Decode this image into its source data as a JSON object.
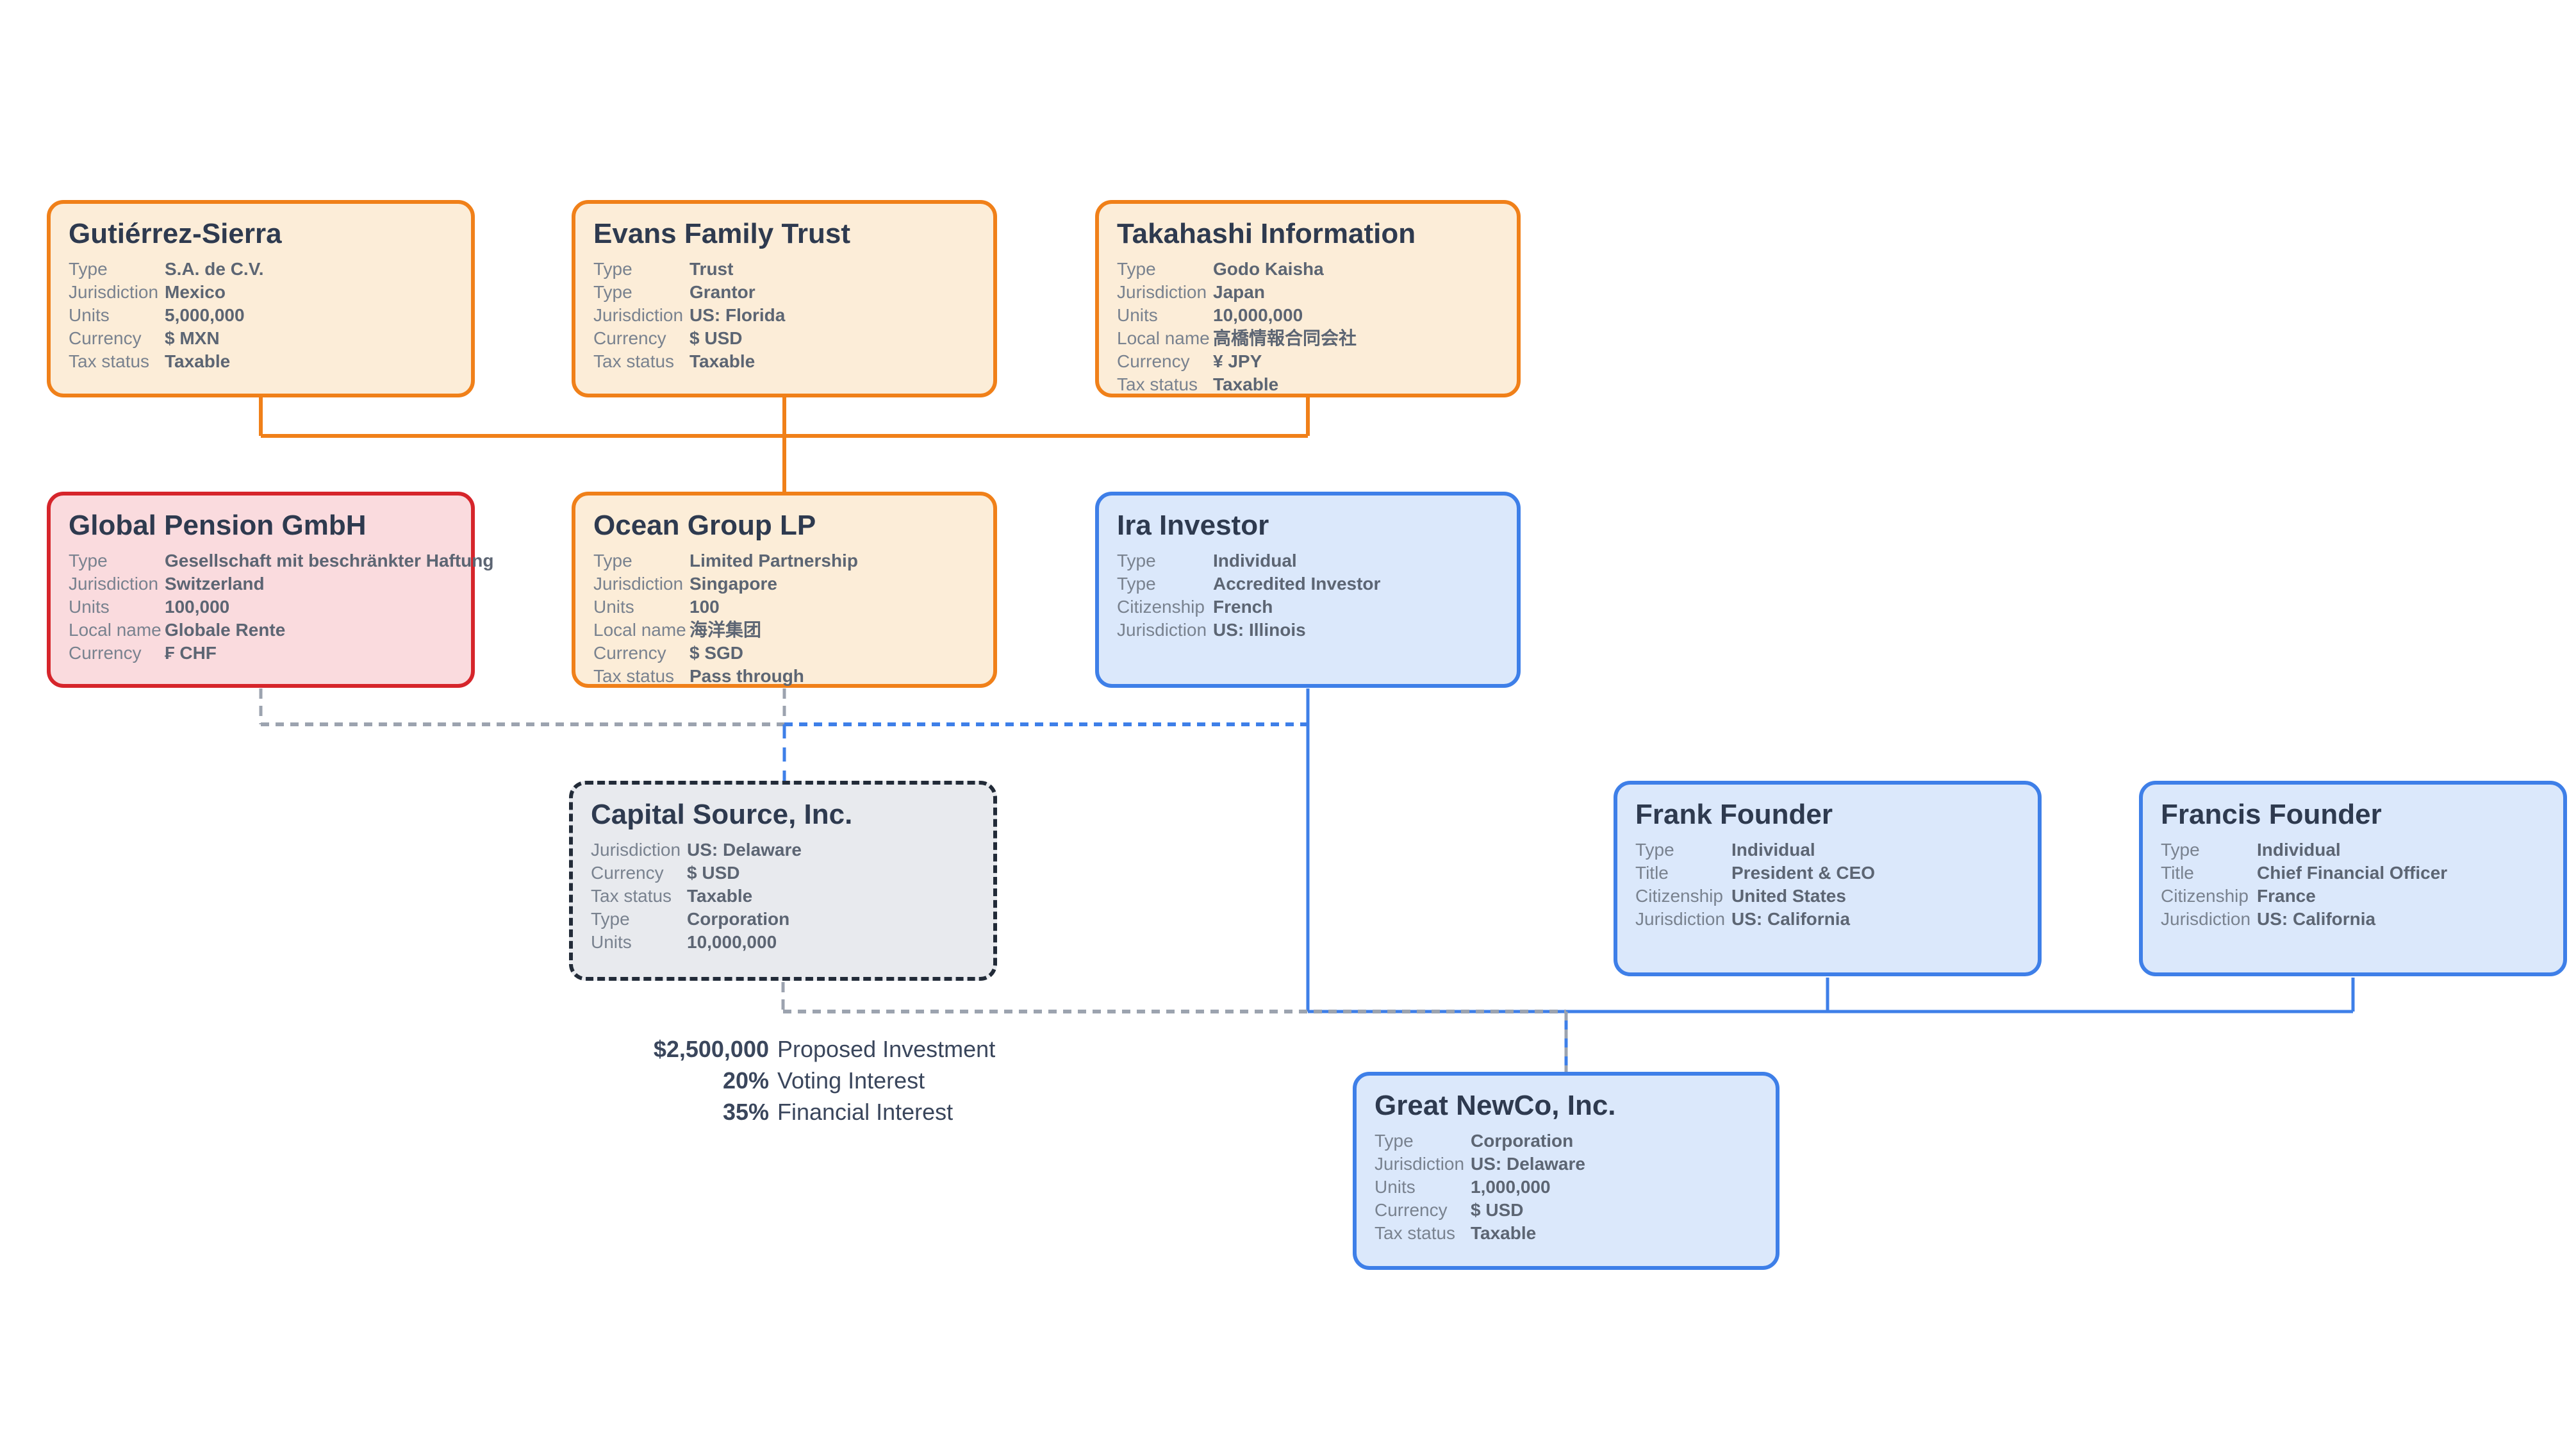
{
  "colors": {
    "orange-border": "#F08019",
    "orange-fill": "#FCEDD8",
    "red-border": "#D6252B",
    "red-fill": "#FADBDE",
    "blue-border": "#3E7FE8",
    "blue-fill": "#DBE8FB",
    "gray-border": "#222B38",
    "gray-fill": "#E8EAEE",
    "line-orange": "#F08019",
    "line-gray": "#9CA3AF",
    "line-blue": "#3E7FE8",
    "title-color": "#2E3A4F",
    "label-color": "#79828F",
    "value-color": "#5C6573",
    "annotation-color": "#3A465C"
  },
  "boxes": [
    {
      "title": "Gutiérrez-Sierra",
      "theme": "orange",
      "rows": [
        {
          "label": "Type",
          "value": "S.A. de C.V."
        },
        {
          "label": "Jurisdiction",
          "value": "Mexico"
        },
        {
          "label": "Units",
          "value": "5,000,000"
        },
        {
          "label": "Currency",
          "value": "$ MXN"
        },
        {
          "label": "Tax status",
          "value": "Taxable"
        }
      ]
    },
    {
      "title": "Evans Family Trust",
      "theme": "orange",
      "rows": [
        {
          "label": "Type",
          "value": "Trust"
        },
        {
          "label": "Type",
          "value": "Grantor"
        },
        {
          "label": "Jurisdiction",
          "value": "US: Florida"
        },
        {
          "label": "Currency",
          "value": "$ USD"
        },
        {
          "label": "Tax status",
          "value": "Taxable"
        }
      ]
    },
    {
      "title": "Takahashi Information",
      "theme": "orange",
      "rows": [
        {
          "label": "Type",
          "value": "Godo Kaisha"
        },
        {
          "label": "Jurisdiction",
          "value": "Japan"
        },
        {
          "label": "Units",
          "value": "10,000,000"
        },
        {
          "label": "Local name",
          "value": "高橋情報合同会社"
        },
        {
          "label": "Currency",
          "value": "¥  JPY"
        },
        {
          "label": "Tax status",
          "value": "Taxable"
        }
      ]
    },
    {
      "title": "Global Pension GmbH",
      "theme": "red",
      "rows": [
        {
          "label": "Type",
          "value": "Gesellschaft mit beschränkter Haftung"
        },
        {
          "label": "Jurisdiction",
          "value": "Switzerland"
        },
        {
          "label": "Units",
          "value": "100,000"
        },
        {
          "label": "Local name",
          "value": "Globale Rente"
        },
        {
          "label": "Currency",
          "value": "₣ CHF"
        }
      ]
    },
    {
      "title": "Ocean Group LP",
      "theme": "orange",
      "rows": [
        {
          "label": "Type",
          "value": "Limited Partnership"
        },
        {
          "label": "Jurisdiction",
          "value": "Singapore"
        },
        {
          "label": "Units",
          "value": "100"
        },
        {
          "label": "Local name",
          "value": "海洋集团"
        },
        {
          "label": "Currency",
          "value": "$ SGD"
        },
        {
          "label": "Tax status",
          "value": "Pass through"
        }
      ]
    },
    {
      "title": "Ira Investor",
      "theme": "blue",
      "rows": [
        {
          "label": "Type",
          "value": "Individual"
        },
        {
          "label": "Type",
          "value": "Accredited Investor"
        },
        {
          "label": "Citizenship",
          "value": "French"
        },
        {
          "label": "Jurisdiction",
          "value": "US: Illinois"
        }
      ]
    },
    {
      "title": "Capital Source, Inc.",
      "theme": "gray",
      "rows": [
        {
          "label": "Jurisdiction",
          "value": "US: Delaware"
        },
        {
          "label": "Currency",
          "value": "$ USD"
        },
        {
          "label": "Tax status",
          "value": "Taxable"
        },
        {
          "label": "Type",
          "value": "Corporation"
        },
        {
          "label": "Units",
          "value": "10,000,000"
        }
      ]
    },
    {
      "title": "Frank Founder",
      "theme": "blue",
      "rows": [
        {
          "label": "Type",
          "value": "Individual"
        },
        {
          "label": "Title",
          "value": "President & CEO"
        },
        {
          "label": "Citizenship",
          "value": "United States"
        },
        {
          "label": "Jurisdiction",
          "value": "US: California"
        }
      ]
    },
    {
      "title": "Francis Founder",
      "theme": "blue",
      "rows": [
        {
          "label": "Type",
          "value": "Individual"
        },
        {
          "label": "Title",
          "value": "Chief Financial Officer"
        },
        {
          "label": "Citizenship",
          "value": "France"
        },
        {
          "label": "Jurisdiction",
          "value": "US: California"
        }
      ]
    },
    {
      "title": "Great NewCo, Inc.",
      "theme": "blue",
      "rows": [
        {
          "label": "Type",
          "value": "Corporation"
        },
        {
          "label": "Jurisdiction",
          "value": "US: Delaware"
        },
        {
          "label": "Units",
          "value": "1,000,000"
        },
        {
          "label": "Currency",
          "value": "$ USD"
        },
        {
          "label": "Tax status",
          "value": "Taxable"
        }
      ]
    }
  ],
  "annotation": {
    "lines": [
      {
        "value": "$2,500,000",
        "label": "Proposed Investment"
      },
      {
        "value": "20%",
        "label": "Voting Interest"
      },
      {
        "value": "35%",
        "label": "Financial Interest"
      }
    ]
  }
}
